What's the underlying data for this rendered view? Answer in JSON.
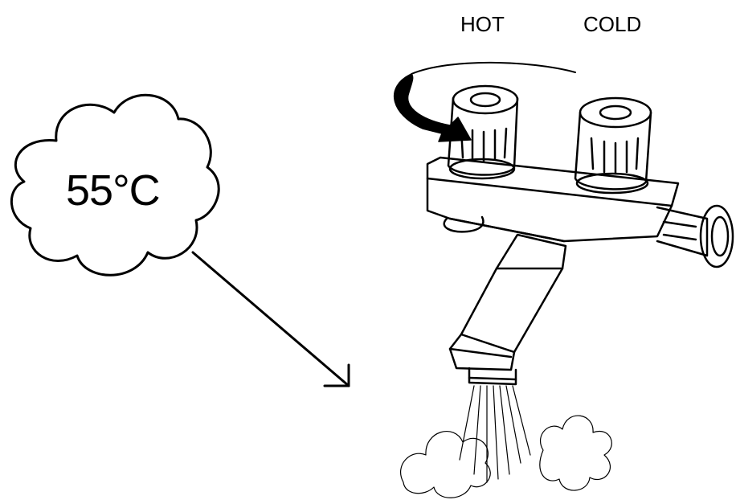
{
  "labels": {
    "hot": "HOT",
    "cold": "COLD",
    "temperature": "55°C"
  },
  "colors": {
    "ink": "#000000",
    "paper": "#ffffff"
  }
}
